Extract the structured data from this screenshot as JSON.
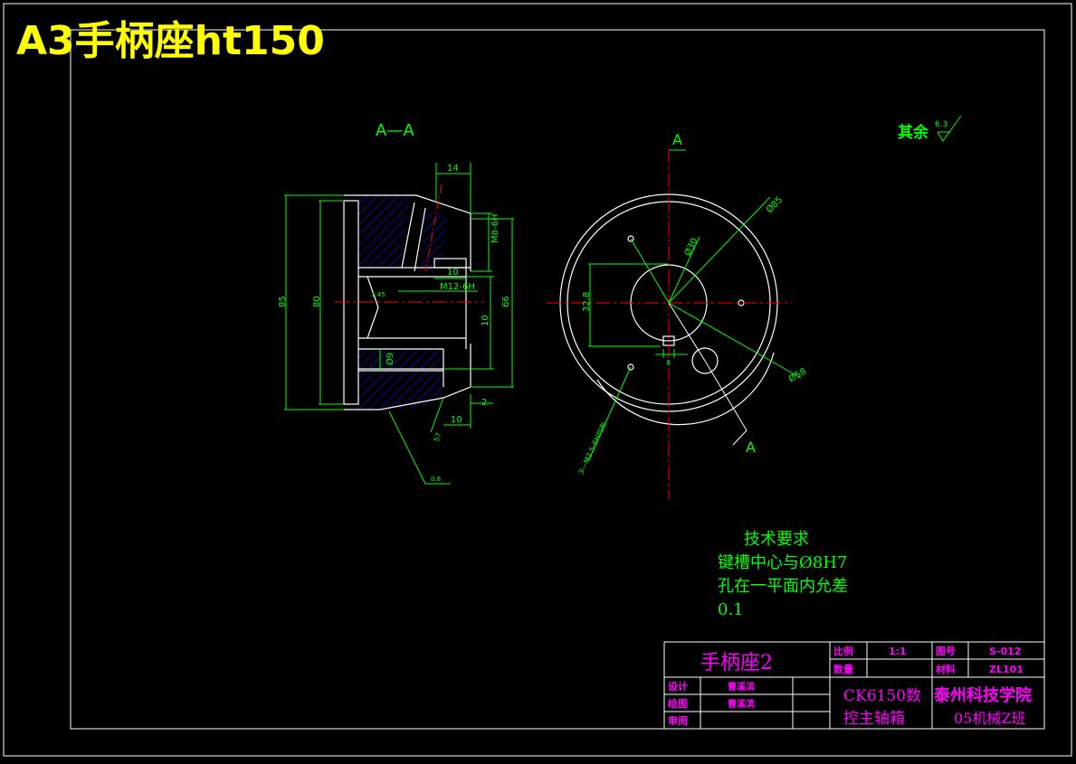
{
  "banner": {
    "title": "A3手柄座ht150"
  },
  "colors": {
    "background": "#000000",
    "frame": "#ffffff",
    "geometry": "#ffffff",
    "dimension": "#00ff00",
    "hatch": "#0000ff",
    "centerline": "#ff0000",
    "titleblock_text": "#ff00ff",
    "banner_text": "#ffff00"
  },
  "section_view": {
    "label": "A—A",
    "dims": {
      "d85": "85",
      "d80": "80",
      "d66": "66",
      "d14": "14",
      "m8": "M8-6H",
      "d10a": "10",
      "m12": "M12-6H",
      "d10b": "10",
      "d9": "Ø9",
      "d10c": "10",
      "d2": "2",
      "taper": "1:45",
      "angle": "57",
      "rough": "0.8"
    }
  },
  "front_view": {
    "cut_label_top": "A",
    "cut_label_bottom": "A",
    "dims": {
      "d85": "Ø85",
      "d30": "Ø30",
      "d32": "32.8",
      "d58": "Ø58",
      "d8": "8",
      "holes": "3—M2.5-6H均布"
    }
  },
  "roughness_note": {
    "text": "其余",
    "value": "6.3"
  },
  "tech_requirements": {
    "title": "技术要求",
    "lines": [
      "键槽中心与Ø8H7",
      "孔在一平面内允差",
      "0.1"
    ]
  },
  "title_block": {
    "part_name": "手柄座2",
    "scale_label": "比例",
    "scale_value": "1:1",
    "drawing_no_label": "图号",
    "drawing_no_value": "S-012",
    "qty_label": "数量",
    "material_label": "材料",
    "material_value": "ZL101",
    "design_label": "设计",
    "design_name": "曹溪滨",
    "draw_label": "绘图",
    "draw_name": "曹溪滨",
    "review_label": "审阅",
    "assembly_line1": "CK6150数",
    "assembly_line2": "控主轴箱",
    "school_line1": "泰州科技学院",
    "school_line2": "05机械Z班"
  }
}
